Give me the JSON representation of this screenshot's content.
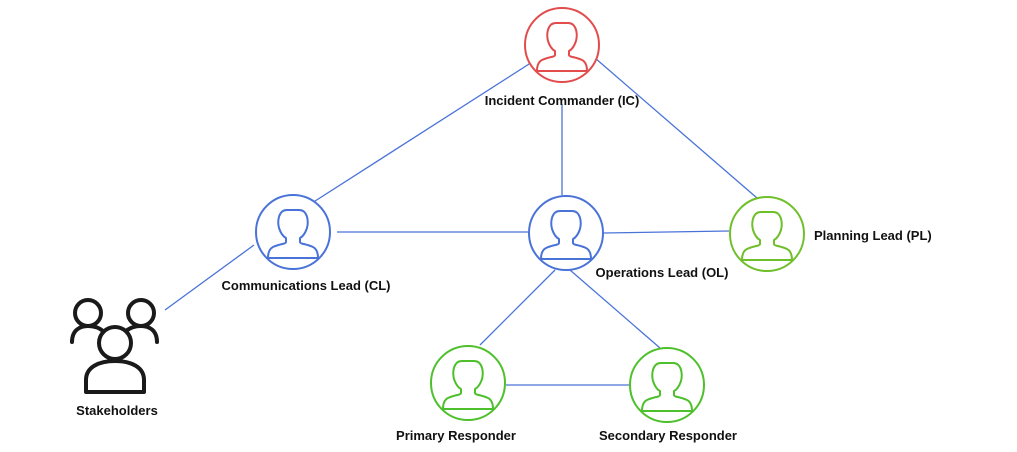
{
  "colors": {
    "edge": "#4a73d8",
    "commander": "#e24c4c",
    "lead": "#4a73d8",
    "planning": "#6fbf2a",
    "responder": "#4ec02c",
    "stakeholders": "#1a1a1a",
    "label": "#111111"
  },
  "nodes": {
    "ic": {
      "label": "Incident Commander (IC)",
      "role": "commander",
      "icon": "person-icon"
    },
    "cl": {
      "label": "Communications Lead (CL)",
      "role": "lead",
      "icon": "person-icon"
    },
    "ol": {
      "label": "Operations Lead (OL)",
      "role": "lead",
      "icon": "person-icon"
    },
    "pl": {
      "label": "Planning Lead (PL)",
      "role": "planning",
      "icon": "person-icon"
    },
    "pr": {
      "label": "Primary Responder",
      "role": "responder",
      "icon": "person-icon"
    },
    "sr": {
      "label": "Secondary Responder",
      "role": "responder",
      "icon": "person-icon"
    },
    "sh": {
      "label": "Stakeholders",
      "role": "stakeholders",
      "icon": "people-group-icon"
    }
  },
  "edges": [
    [
      "ic",
      "cl"
    ],
    [
      "ic",
      "ol"
    ],
    [
      "ic",
      "pl"
    ],
    [
      "cl",
      "ol"
    ],
    [
      "ol",
      "pl"
    ],
    [
      "cl",
      "sh"
    ],
    [
      "ol",
      "pr"
    ],
    [
      "ol",
      "sr"
    ],
    [
      "pr",
      "sr"
    ]
  ]
}
